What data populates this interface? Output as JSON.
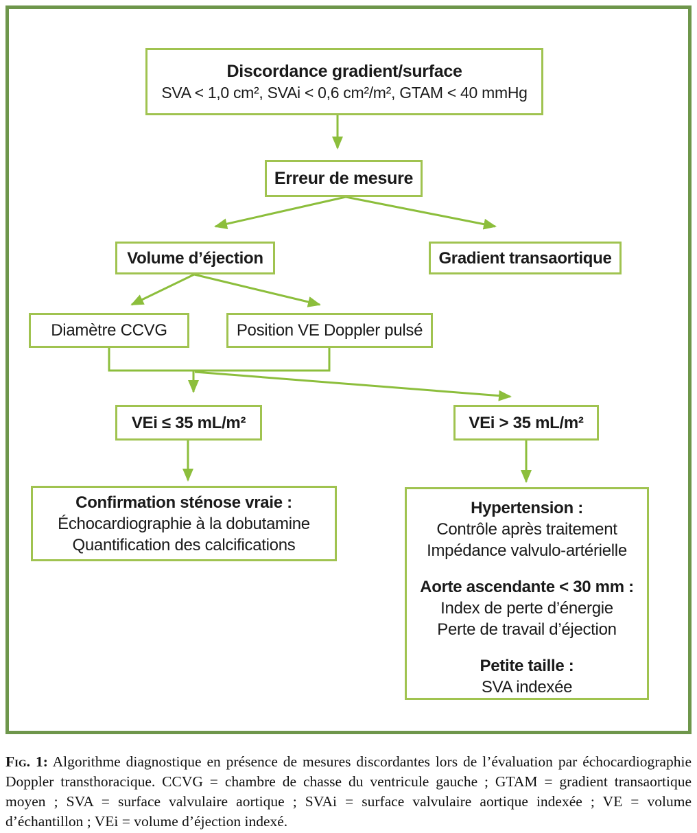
{
  "figure": {
    "colors": {
      "frame": "#6e964b",
      "box_border": "#a0c350",
      "arrow": "#8cbe3c",
      "text": "#1a1a1a"
    },
    "nodes": {
      "discordance": {
        "title": "Discordance gradient/surface",
        "subtitle": "SVA < 1,0 cm², SVAi < 0,6 cm²/m², GTAM < 40 mmHg"
      },
      "erreur": {
        "title": "Erreur de mesure"
      },
      "volume": {
        "title": "Volume d’éjection"
      },
      "gradient": {
        "title": "Gradient transaortique"
      },
      "diametre": {
        "title": "Diamètre CCVG"
      },
      "position": {
        "title": "Position VE Doppler pulsé"
      },
      "vei_inf": {
        "title": "VEi ≤ 35 mL/m²"
      },
      "vei_sup": {
        "title": "VEi > 35 mL/m²"
      },
      "confirmation": {
        "title": "Confirmation sténose vraie :",
        "lines": [
          "Échocardiographie à la dobutamine",
          "Quantification des calcifications"
        ]
      },
      "hypertension": {
        "sections": [
          {
            "title": "Hypertension :",
            "lines": [
              "Contrôle après traitement",
              "Impédance valvulo-artérielle"
            ]
          },
          {
            "title": "Aorte ascendante < 30 mm :",
            "lines": [
              "Index de perte d’énergie",
              "Perte de travail d’éjection"
            ]
          },
          {
            "title": "Petite taille :",
            "lines": [
              "SVA indexée"
            ]
          }
        ]
      }
    }
  },
  "caption": {
    "label": "Fig. 1:",
    "text": " Algorithme diagnostique en présence de mesures discordantes lors de l’évaluation par échocardiographie Doppler transthoracique. CCVG = chambre de chasse du ventricule gauche ; GTAM = gradient transaortique moyen ; SVA = surface valvulaire aortique ; SVAi = surface valvulaire aortique indexée ; VE = volume d’échantillon ; VEi = volume d’éjection indexé."
  }
}
